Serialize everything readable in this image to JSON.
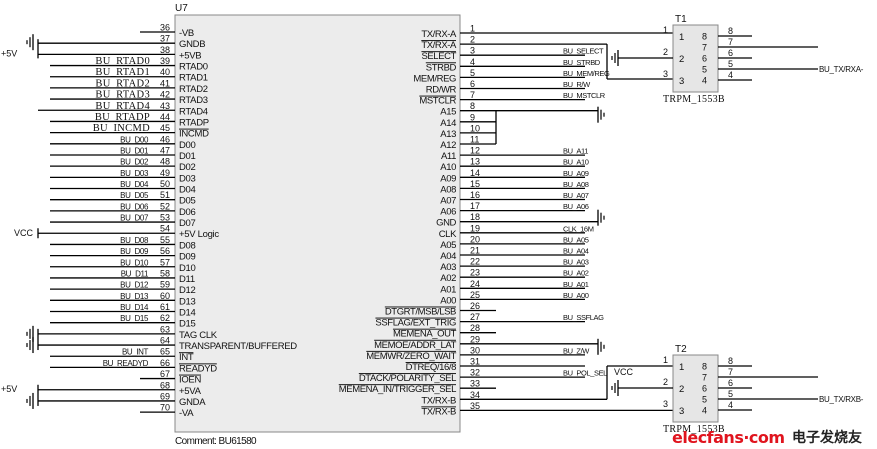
{
  "u7": {
    "ref": "U7",
    "comment": "Comment: BU61580",
    "left_pins": [
      {
        "num": "36",
        "name": "-VB",
        "net": "",
        "kind": "nc"
      },
      {
        "num": "37",
        "name": "GNDB",
        "net": "",
        "kind": "gnd"
      },
      {
        "num": "38",
        "name": "+5VB",
        "net": "",
        "kind": "pwr"
      },
      {
        "num": "39",
        "name": "RTAD0",
        "net": "BU_RTAD0",
        "kind": "ser"
      },
      {
        "num": "40",
        "name": "RTAD1",
        "net": "BU_RTAD1",
        "kind": "ser"
      },
      {
        "num": "41",
        "name": "RTAD2",
        "net": "BU_RTAD2",
        "kind": "ser"
      },
      {
        "num": "42",
        "name": "RTAD3",
        "net": "BU_RTAD3",
        "kind": "ser"
      },
      {
        "num": "43",
        "name": "RTAD4",
        "net": "BU_RTAD4",
        "kind": "ser"
      },
      {
        "num": "44",
        "name": "RTADP",
        "net": "BU_RTADP",
        "kind": "ser"
      },
      {
        "num": "45",
        "name": "INCMD",
        "net": "BU_INCMD",
        "kind": "ser",
        "over": true
      },
      {
        "num": "46",
        "name": "D00",
        "net": "BU_D00"
      },
      {
        "num": "47",
        "name": "D01",
        "net": "BU_D01"
      },
      {
        "num": "48",
        "name": "D02",
        "net": "BU_D02"
      },
      {
        "num": "49",
        "name": "D03",
        "net": "BU_D03"
      },
      {
        "num": "50",
        "name": "D04",
        "net": "BU_D04"
      },
      {
        "num": "51",
        "name": "D05",
        "net": "BU_D05"
      },
      {
        "num": "52",
        "name": "D06",
        "net": "BU_D06"
      },
      {
        "num": "53",
        "name": "D07",
        "net": "BU_D07"
      },
      {
        "num": "54",
        "name": "+5V Logic",
        "net": "",
        "kind": "vcc"
      },
      {
        "num": "55",
        "name": "D08",
        "net": "BU_D08"
      },
      {
        "num": "56",
        "name": "D09",
        "net": "BU_D09"
      },
      {
        "num": "57",
        "name": "D10",
        "net": "BU_D10"
      },
      {
        "num": "58",
        "name": "D11",
        "net": "BU_D11"
      },
      {
        "num": "59",
        "name": "D12",
        "net": "BU_D12"
      },
      {
        "num": "60",
        "name": "D13",
        "net": "BU_D13"
      },
      {
        "num": "61",
        "name": "D14",
        "net": "BU_D14"
      },
      {
        "num": "62",
        "name": "D15",
        "net": "BU_D15"
      },
      {
        "num": "63",
        "name": "TAG CLK",
        "net": "",
        "kind": "gnd"
      },
      {
        "num": "64",
        "name": "TRANSPARENT/BUFFERED",
        "net": "",
        "kind": "gnd"
      },
      {
        "num": "65",
        "name": "INT",
        "net": "BU_INT",
        "over": true
      },
      {
        "num": "66",
        "name": "READYD",
        "net": "BU_READYD",
        "over": true
      },
      {
        "num": "67",
        "name": "IOEN",
        "net": "",
        "kind": "nc",
        "over": true
      },
      {
        "num": "68",
        "name": "+5VA",
        "net": "",
        "kind": "pwr"
      },
      {
        "num": "69",
        "name": "GNDA",
        "net": "",
        "kind": "gnd"
      },
      {
        "num": "70",
        "name": "-VA",
        "net": "",
        "kind": "nc"
      }
    ],
    "right_pins": [
      {
        "num": "1",
        "name": "TX/RX-A",
        "net": "",
        "kind": "t1"
      },
      {
        "num": "2",
        "name": "TX/RX-A",
        "net": "",
        "kind": "t1",
        "over": true
      },
      {
        "num": "3",
        "name": "SELECT",
        "net": "BU_SELECT",
        "over": true
      },
      {
        "num": "4",
        "name": "STRBD",
        "net": "BU_STRBD",
        "over": true
      },
      {
        "num": "5",
        "name": "MEM/REG",
        "net": "BU_MEM/REG"
      },
      {
        "num": "6",
        "name": "RD/WR",
        "net": "BU_R/W"
      },
      {
        "num": "7",
        "name": "MSTCLR",
        "net": "BU_MSTCLR",
        "over": true
      },
      {
        "num": "8",
        "name": "A15",
        "net": "",
        "kind": "gnd"
      },
      {
        "num": "9",
        "name": "A14",
        "net": "",
        "kind": "tie"
      },
      {
        "num": "10",
        "name": "A13",
        "net": "",
        "kind": "tie"
      },
      {
        "num": "11",
        "name": "A12",
        "net": "",
        "kind": "tie"
      },
      {
        "num": "12",
        "name": "A11",
        "net": "BU_A11"
      },
      {
        "num": "13",
        "name": "A10",
        "net": "BU_A10"
      },
      {
        "num": "14",
        "name": "A09",
        "net": "BU_A09"
      },
      {
        "num": "15",
        "name": "A08",
        "net": "BU_A08"
      },
      {
        "num": "16",
        "name": "A07",
        "net": "BU_A07"
      },
      {
        "num": "17",
        "name": "A06",
        "net": "BU_A06"
      },
      {
        "num": "18",
        "name": "GND",
        "net": "",
        "kind": "gnd"
      },
      {
        "num": "19",
        "name": "CLK",
        "net": "CLK_16M"
      },
      {
        "num": "20",
        "name": "A05",
        "net": "BU_A05"
      },
      {
        "num": "21",
        "name": "A04",
        "net": "BU_A04"
      },
      {
        "num": "22",
        "name": "A03",
        "net": "BU_A03"
      },
      {
        "num": "23",
        "name": "A02",
        "net": "BU_A02"
      },
      {
        "num": "24",
        "name": "A01",
        "net": "BU_A01"
      },
      {
        "num": "25",
        "name": "A00",
        "net": "BU_A00"
      },
      {
        "num": "26",
        "name": "DTGRT/MSB/LSB",
        "net": "",
        "kind": "nc",
        "over": true
      },
      {
        "num": "27",
        "name": "SSFLAG/EXT_TRIG",
        "net": "BU_SSFLAG",
        "over": true
      },
      {
        "num": "28",
        "name": "MEMENA_OUT",
        "net": "",
        "kind": "nc",
        "over": true
      },
      {
        "num": "29",
        "name": "MEMOE/ADDR_LAT",
        "net": "",
        "kind": "gnd",
        "over": true
      },
      {
        "num": "30",
        "name": "MEMWR/ZERO_WAIT",
        "net": "BU_Z/W",
        "over": true
      },
      {
        "num": "31",
        "name": "DTREQ/16/8",
        "net": "",
        "kind": "vcc",
        "over": true
      },
      {
        "num": "32",
        "name": "DTACK/POLARITY_SEL",
        "net": "BU_POL_SEL",
        "over": true
      },
      {
        "num": "33",
        "name": "MEMENA_IN/TRIGGER_SEL",
        "net": "",
        "kind": "nc",
        "over": true
      },
      {
        "num": "34",
        "name": "TX/RX-B",
        "net": "",
        "kind": "t2"
      },
      {
        "num": "35",
        "name": "TX/RX-B",
        "net": "",
        "kind": "t2",
        "over": true
      }
    ]
  },
  "power_labels": {
    "p5v": "+5V",
    "vcc": "VCC"
  },
  "transformers": [
    {
      "ref": "T1",
      "part": "TRPM_1553B",
      "out_net": "BU_TX/RXA-",
      "left_pins": [
        "1",
        "2",
        "3"
      ],
      "right_pins": [
        "8",
        "7",
        "6",
        "5",
        "4"
      ]
    },
    {
      "ref": "T2",
      "part": "TRPM_1553B",
      "out_net": "BU_TX/RXB-",
      "left_pins": [
        "1",
        "2",
        "3"
      ],
      "right_pins": [
        "8",
        "7",
        "6",
        "5",
        "4"
      ]
    }
  ],
  "watermark": {
    "brand": "elecfans·com",
    "cn": "电子发烧友"
  }
}
